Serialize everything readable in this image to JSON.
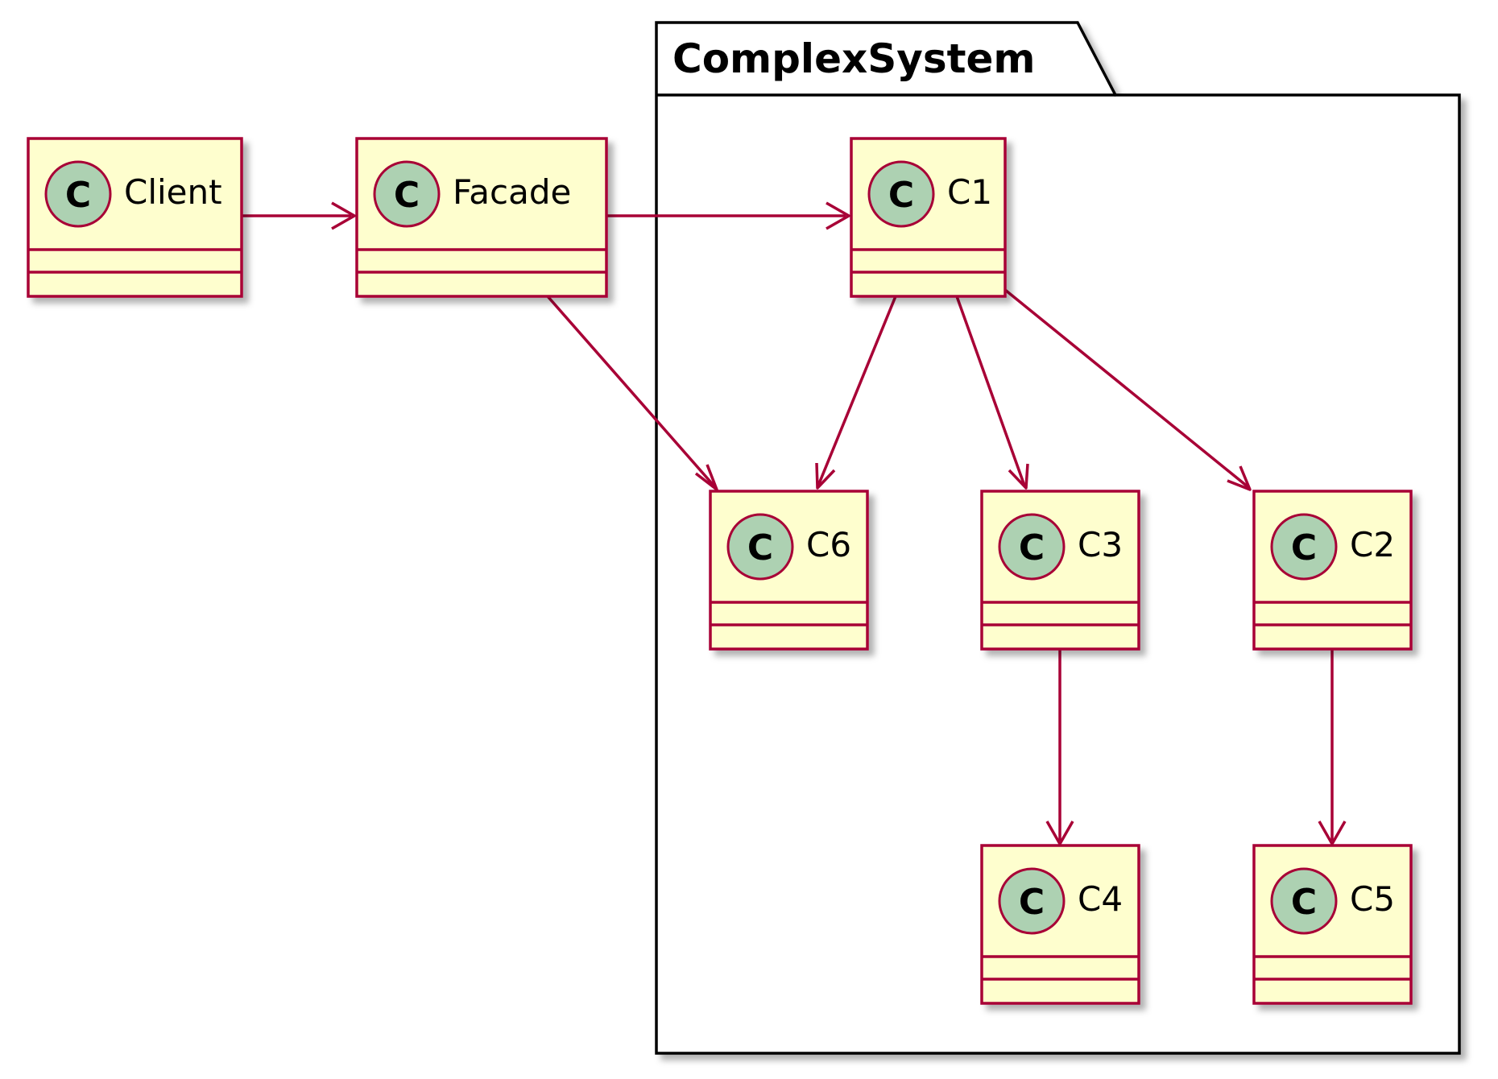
{
  "package": {
    "title": "ComplexSystem"
  },
  "stereotype_letter": "C",
  "colors": {
    "class_fill": "#FEFECE",
    "class_border": "#A80036",
    "arrow": "#A80036",
    "stereotype_fill": "#ADD1B2",
    "package_border": "#000000"
  },
  "classes": {
    "client": {
      "name": "Client"
    },
    "facade": {
      "name": "Facade"
    },
    "c1": {
      "name": "C1"
    },
    "c2": {
      "name": "C2"
    },
    "c3": {
      "name": "C3"
    },
    "c4": {
      "name": "C4"
    },
    "c5": {
      "name": "C5"
    },
    "c6": {
      "name": "C6"
    }
  },
  "relations": [
    {
      "from": "Client",
      "to": "Facade"
    },
    {
      "from": "Facade",
      "to": "C1"
    },
    {
      "from": "Facade",
      "to": "C6"
    },
    {
      "from": "C1",
      "to": "C6"
    },
    {
      "from": "C1",
      "to": "C3"
    },
    {
      "from": "C1",
      "to": "C2"
    },
    {
      "from": "C3",
      "to": "C4"
    },
    {
      "from": "C2",
      "to": "C5"
    }
  ]
}
